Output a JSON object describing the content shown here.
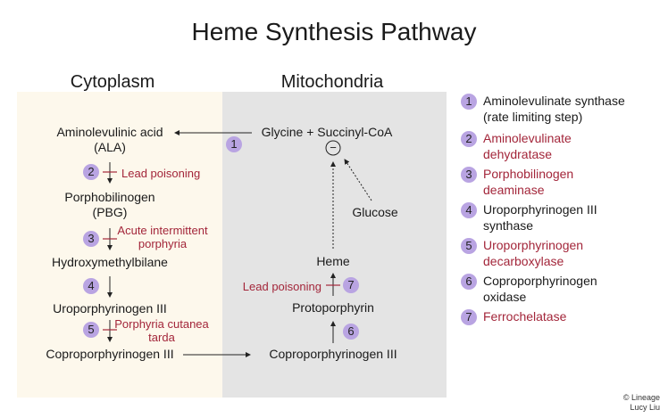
{
  "title": "Heme Synthesis Pathway",
  "compartments": {
    "cytoplasm": "Cytoplasm",
    "mitochondria": "Mitochondria"
  },
  "nodes": {
    "ala": [
      "Aminolevulinic acid",
      "(ALA)"
    ],
    "glycine": "Glycine + Succinyl-CoA",
    "inhibit_symbol": "−",
    "glucose": "Glucose",
    "pbg": [
      "Porphobilinogen",
      "(PBG)"
    ],
    "hmb": "Hydroxymethylbilane",
    "uro": "Uroporphyrinogen III",
    "copro_cyto": "Coproporphyrinogen III",
    "copro_mito": "Coproporphyrinogen III",
    "proto": "Protoporphyrin",
    "heme": "Heme"
  },
  "steps": [
    "1",
    "2",
    "3",
    "4",
    "5",
    "6",
    "7"
  ],
  "diseases": {
    "step2": "Lead poisoning",
    "step3": [
      "Acute intermittent",
      "porphyria"
    ],
    "step5": [
      "Porphyria cutanea",
      "tarda"
    ],
    "step7": "Lead poisoning"
  },
  "legend": [
    {
      "num": "1",
      "lines": [
        "Aminolevulinate synthase",
        "(rate limiting step)"
      ],
      "highlight": false
    },
    {
      "num": "2",
      "lines": [
        "Aminolevulinate",
        "dehydratase"
      ],
      "highlight": true
    },
    {
      "num": "3",
      "lines": [
        "Porphobilinogen",
        "deaminase"
      ],
      "highlight": true
    },
    {
      "num": "4",
      "lines": [
        "Uroporphyrinogen III",
        "synthase"
      ],
      "highlight": false
    },
    {
      "num": "5",
      "lines": [
        "Uroporphyrinogen",
        "decarboxylase"
      ],
      "highlight": true
    },
    {
      "num": "6",
      "lines": [
        "Coproporphyrinogen",
        "oxidase"
      ],
      "highlight": false
    },
    {
      "num": "7",
      "lines": [
        "Ferrochelatase"
      ],
      "highlight": true
    }
  ],
  "copyright": [
    "© Lineage",
    "Lucy Liu"
  ],
  "colors": {
    "cytoplasm": "#fdf8ec",
    "mitochondria": "#e4e4e4",
    "step_circle": "#b9a4e2",
    "disease": "#a3263a"
  }
}
